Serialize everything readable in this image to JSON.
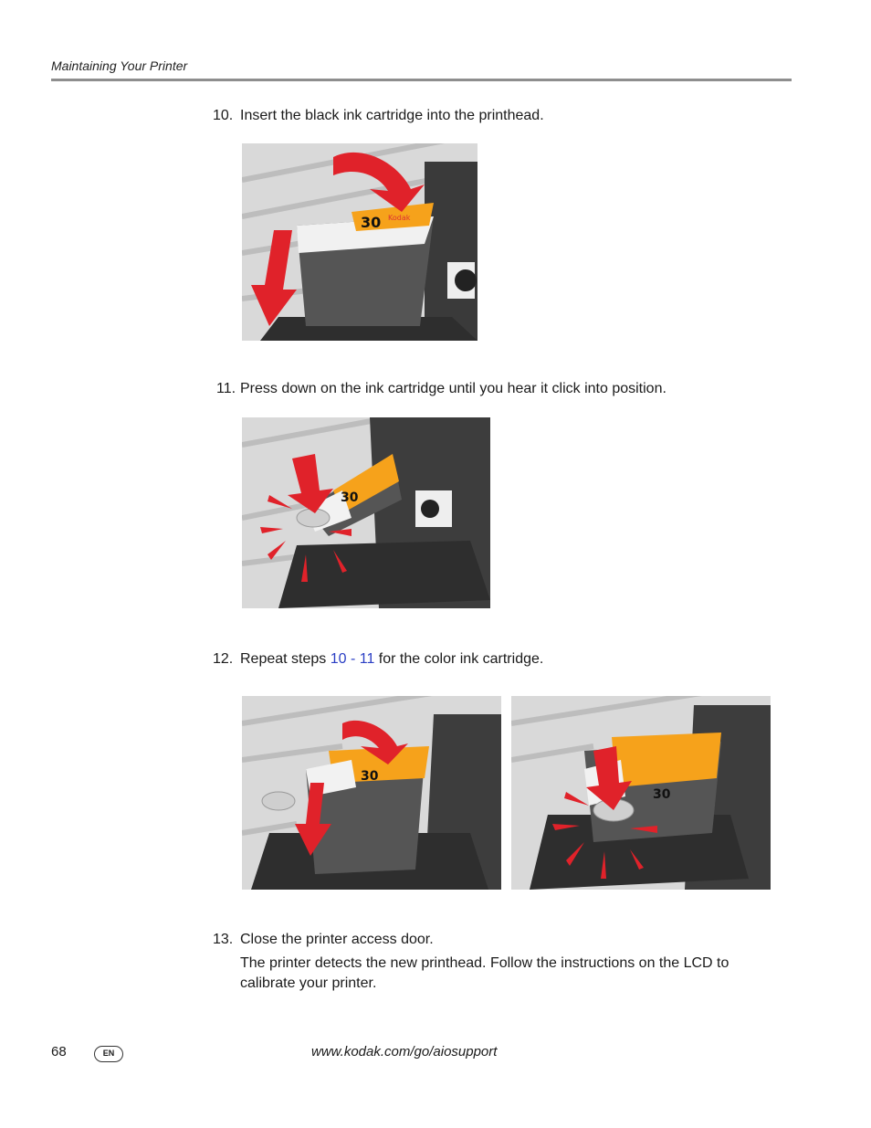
{
  "header": {
    "title": "Maintaining Your Printer"
  },
  "steps": [
    {
      "number": "10.",
      "text": "Insert the black ink cartridge into the printhead."
    },
    {
      "number": "11.",
      "text": "Press down on the ink cartridge until you hear it click into position."
    },
    {
      "number": "12.",
      "text_before": "Repeat steps ",
      "link1": "10",
      "sep": " - ",
      "link2": "11",
      "text_after": " for the color ink cartridge."
    },
    {
      "number": "13.",
      "text": "Close the printer access door.",
      "body": "The printer detects the new printhead. Follow the instructions on the LCD to calibrate your printer."
    }
  ],
  "figures": {
    "label_black": "30",
    "label_brand": "Kodak"
  },
  "footer": {
    "page": "68",
    "lang": "EN",
    "url": "www.kodak.com/go/aiosupport"
  },
  "colors": {
    "accent_red": "#e0222a",
    "link": "#2b3fc4",
    "cartridge_orange": "#f6a21b"
  }
}
